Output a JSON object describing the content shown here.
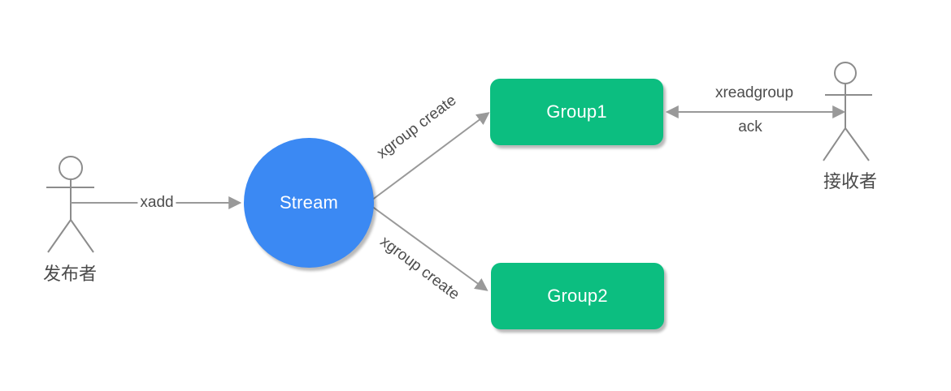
{
  "diagram": {
    "nodes": {
      "stream": {
        "label": "Stream",
        "shape": "circle",
        "fill": "#3B89F3",
        "text_color": "#FFFFFF"
      },
      "group1": {
        "label": "Group1",
        "shape": "rounded-rect",
        "fill": "#0CBE80",
        "text_color": "#FFFFFF"
      },
      "group2": {
        "label": "Group2",
        "shape": "rounded-rect",
        "fill": "#0CBE80",
        "text_color": "#FFFFFF"
      }
    },
    "actors": {
      "publisher": {
        "label": "发布者"
      },
      "receiver": {
        "label": "接收者"
      }
    },
    "edges": {
      "xadd": {
        "label": "xadd",
        "from": "publisher",
        "to": "stream",
        "direction": "one-way"
      },
      "xgroup_create_top": {
        "label": "xgroup create",
        "from": "stream",
        "to": "group1",
        "direction": "one-way"
      },
      "xgroup_create_bottom": {
        "label": "xgroup create",
        "from": "stream",
        "to": "group2",
        "direction": "one-way"
      },
      "xreadgroup_ack": {
        "label_top": "xreadgroup",
        "label_bottom": "ack",
        "from": "group1",
        "to": "receiver",
        "direction": "two-way"
      }
    },
    "colors": {
      "connector": "#999999",
      "actor_stroke": "#8C8C8C",
      "edge_label_text": "#4D4D4D",
      "actor_label_text": "#4A4A4A",
      "background": "#FFFFFF"
    }
  }
}
